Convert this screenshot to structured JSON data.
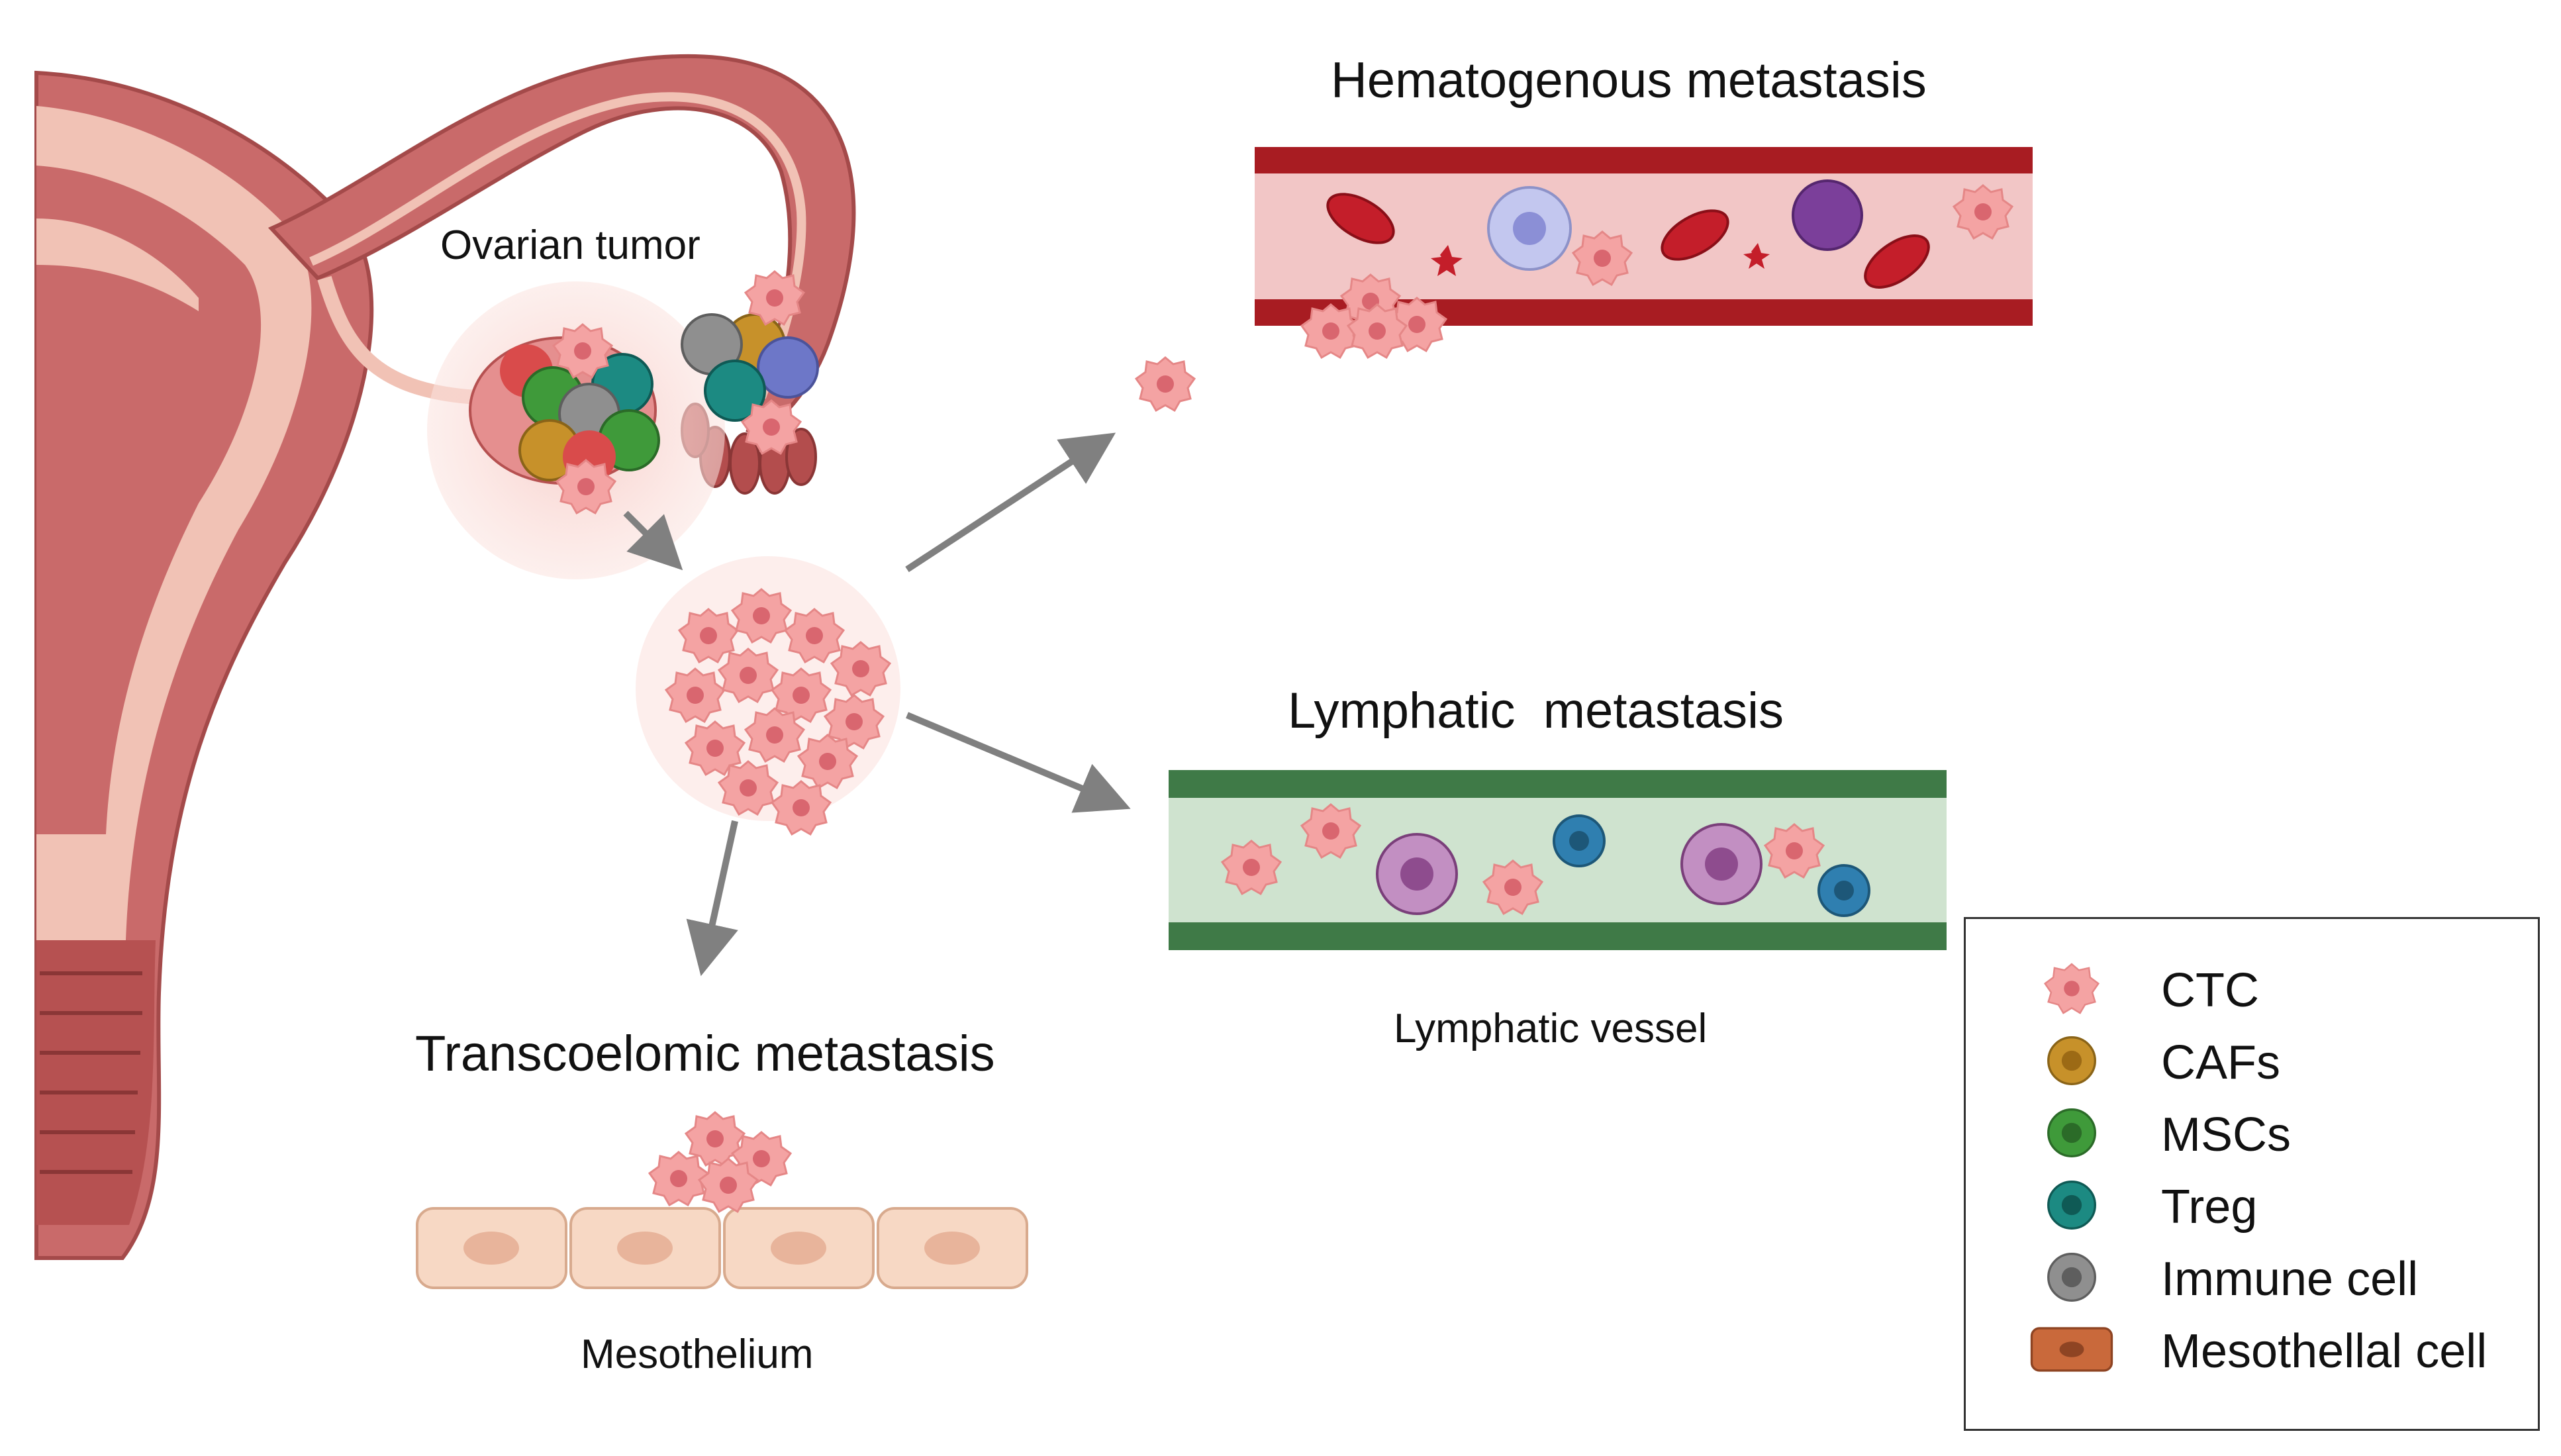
{
  "labels": {
    "ovarian_tumor": "Ovarian tumor",
    "hematogenous": "Hematogenous metastasis",
    "lymphatic": "Lymphatic  metastasis",
    "lymphatic_vessel": "Lymphatic vessel",
    "transcoelomic": "Transcoelomic metastasis",
    "mesothelium": "Mesothelium"
  },
  "legend": {
    "items": [
      {
        "label": "CTC",
        "icon": "ctc-cell-icon",
        "color": "#f4a3a3"
      },
      {
        "label": "CAFs",
        "icon": "caf-cell-icon",
        "color": "#c7912a"
      },
      {
        "label": "MSCs",
        "icon": "msc-cell-icon",
        "color": "#3f9a3a"
      },
      {
        "label": "Treg",
        "icon": "treg-cell-icon",
        "color": "#1c8a82"
      },
      {
        "label": "Immune cell",
        "icon": "immune-cell-icon",
        "color": "#8f8f8f"
      },
      {
        "label": "Mesothellal cell",
        "icon": "mesothelial-cell-icon",
        "color": "#c9693b"
      }
    ]
  },
  "colors": {
    "uterus": "#c96a6a",
    "uterus_light": "#f1c2b5",
    "blood_vessel": "#a81c22",
    "lymph_vessel": "#3f7a47",
    "arrow": "#808080"
  }
}
